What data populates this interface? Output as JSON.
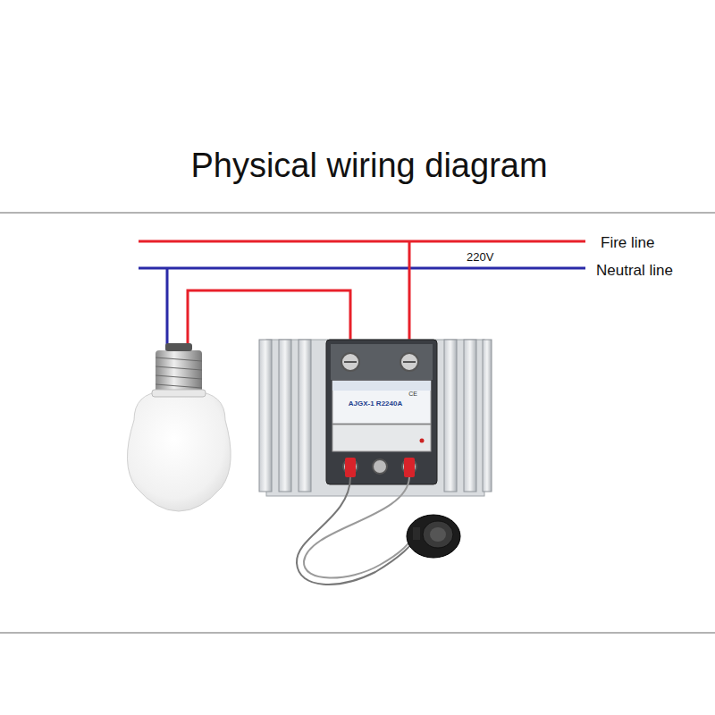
{
  "diagram": {
    "title": "Physical wiring diagram",
    "labels": [
      "Fire line",
      "220V",
      "Neutral line",
      "AJGX-1 R2240A",
      "CE"
    ]
  }
}
